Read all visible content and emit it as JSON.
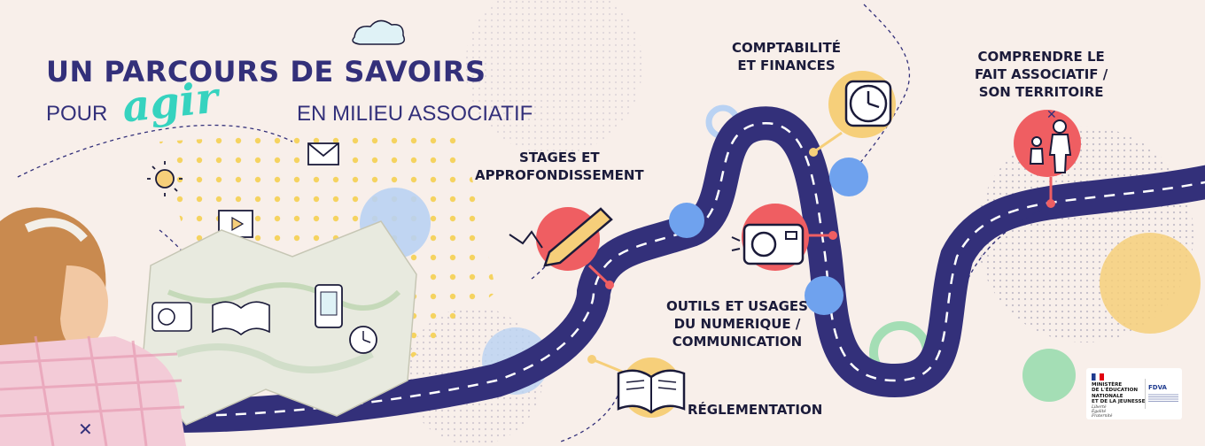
{
  "banner": {
    "title": "UN PARCOURS DE SAVOIRS",
    "subtitle_left": "POUR",
    "subtitle_script": "agir",
    "subtitle_right": "EN MILIEU ASSOCIATIF"
  },
  "stops": {
    "comptabilite": "COMPTABILITÉ\nET FINANCES",
    "comprendre": "COMPRENDRE LE\nFAIT ASSOCIATIF /\nSON TERRITOIRE",
    "stages": "STAGES ET\nAPPROFONDISSEMENT",
    "outils": "OUTILS ET USAGES\nDU NUMERIQUE /\nCOMMUNICATION",
    "reglementation": "RÉGLEMENTATION"
  },
  "logo": {
    "ministry": "MINISTÈRE\nDE L'ÉDUCATION\nNATIONALE\nET DE LA JEUNESSE",
    "motto": "Liberté\nÉgalité\nFraternité",
    "fund": "FDVA"
  },
  "colors": {
    "road": "#33307a",
    "navy_text": "#33307a",
    "script": "#36d3bf",
    "coral": "#ef5e62",
    "blue_dot": "#6fa2ee",
    "yellow": "#f6cf7a",
    "green": "#8fd9a8"
  },
  "icons": [
    "clock-icon",
    "family-icon",
    "pencil-icon",
    "camera-icon",
    "book-icon",
    "map-illustration",
    "child-illustration",
    "cloud-icon",
    "sun-icon",
    "letter-icon",
    "basketball-icon",
    "phone-icon",
    "video-icon"
  ]
}
